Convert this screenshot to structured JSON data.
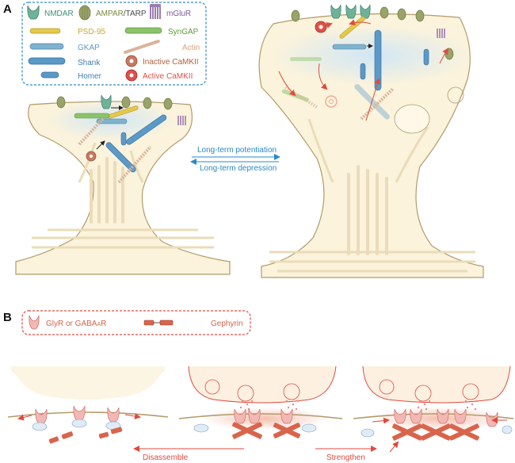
{
  "panel_a": {
    "letter": "A",
    "legend": {
      "nmdar": "NMDAR",
      "ampar": "AMPAR",
      "tarp": "/TARP",
      "mglur": "mGluR",
      "psd95": "PSD-95",
      "syngap": "SynGAP",
      "gkap": "GKAP",
      "actin": "Actin",
      "shank": "Shank",
      "inactive_camkii": "Inactive CaMKII",
      "homer": "Homer",
      "active_camkii": "Active CaMKII"
    },
    "ltp_label": "Long-term potentiation",
    "ltd_label": "Long-term depression"
  },
  "panel_b": {
    "letter": "B",
    "legend": {
      "receptor": "GlyR or GABA",
      "receptor_sub": "A",
      "receptor_suffix": "R",
      "gephyrin": "Gephyrin"
    },
    "disassemble_label": "Disassemble",
    "strengthen_label": "Strengthen"
  },
  "colors": {
    "nmdar": "#6db39a",
    "ampar": "#9aa36a",
    "mglur": "#9d7bb0",
    "psd95": "#e6c84a",
    "syngap": "#8cc36a",
    "gkap": "#7fb2cf",
    "shank": "#5b9ac8",
    "homer": "#5b9ac8",
    "actin": "#d9b39a",
    "camkii_inactive": "#c97a62",
    "camkii_active": "#e0504a",
    "arrow_blue": "#2a8ac9",
    "arrow_red": "#e04a3f",
    "legend_border_blue": "#2a8ac9",
    "legend_border_red": "#e04a3f",
    "gephyrin": "#d9644c",
    "receptor": "#f2b8b4",
    "synapse_fill": "#fbf3dc",
    "membrane": "#b39a6a"
  }
}
